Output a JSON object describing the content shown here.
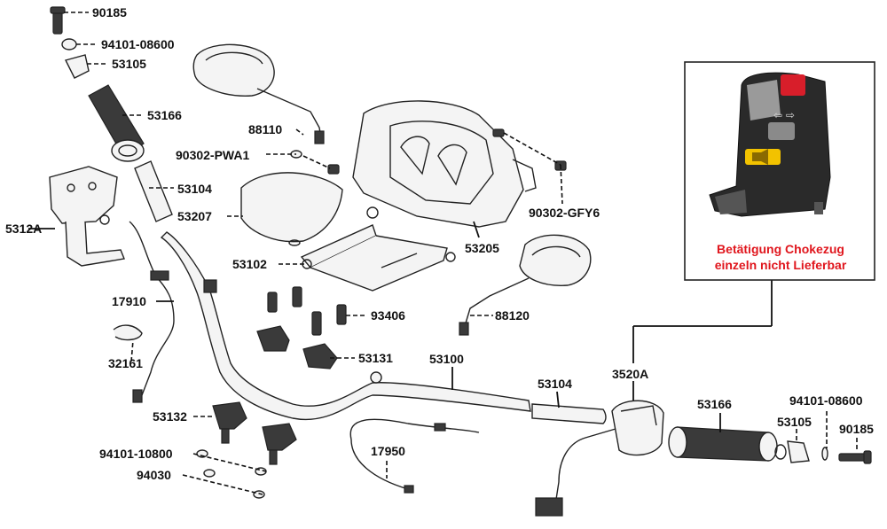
{
  "parts": {
    "p90185_top": "90185",
    "p94101_08600_top": "94101-08600",
    "p53105_top": "53105",
    "p53166_top": "53166",
    "p53104_top": "53104",
    "p53207": "53207",
    "p5312A": "5312A",
    "p88110": "88110",
    "p90302_PWA1": "90302-PWA1",
    "p90302_GFY6": "90302-GFY6",
    "p53205": "53205",
    "p53102": "53102",
    "p93406": "93406",
    "p88120": "88120",
    "p17910": "17910",
    "p32161": "32161",
    "p53131": "53131",
    "p53100": "53100",
    "p53104_right": "53104",
    "p3520A": "3520A",
    "p53132": "53132",
    "p94101_10800": "94101-10800",
    "p94030": "94030",
    "p17950": "17950",
    "p53166_right": "53166",
    "p94101_08600_right": "94101-08600",
    "p53105_right": "53105",
    "p90185_right": "90185"
  },
  "inset": {
    "note_line1": "Betätigung Chokezug",
    "note_line2": "einzeln nicht Lieferbar"
  },
  "colors": {
    "note": "#e0161d",
    "switch_red": "#d81e2a",
    "switch_yellow": "#f2c200",
    "switch_body": "#2a2a2a"
  }
}
